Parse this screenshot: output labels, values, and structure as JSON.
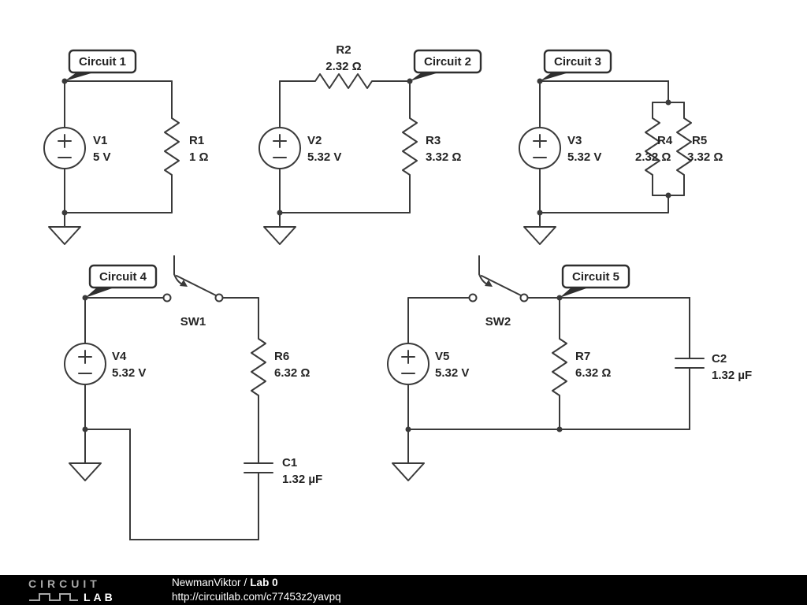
{
  "colors": {
    "wire": "#3a3a3a",
    "text": "#242424",
    "footer_bg": "#000000",
    "footer_text": "#ffffff",
    "logo_grey": "#a9a9a9"
  },
  "circuit1": {
    "callout": "Circuit 1",
    "source": {
      "name": "V1",
      "value": "5 V"
    },
    "r1": {
      "name": "R1",
      "value": "1 Ω"
    }
  },
  "circuit2": {
    "callout": "Circuit 2",
    "source": {
      "name": "V2",
      "value": "5.32 V"
    },
    "r2": {
      "name": "R2",
      "value": "2.32 Ω"
    },
    "r3": {
      "name": "R3",
      "value": "3.32 Ω"
    }
  },
  "circuit3": {
    "callout": "Circuit 3",
    "source": {
      "name": "V3",
      "value": "5.32 V"
    },
    "r4": {
      "name": "R4",
      "value": "2.32 Ω"
    },
    "r5": {
      "name": "R5",
      "value": "3.32 Ω"
    }
  },
  "circuit4": {
    "callout": "Circuit 4",
    "source": {
      "name": "V4",
      "value": "5.32 V"
    },
    "switch": {
      "name": "SW1"
    },
    "r6": {
      "name": "R6",
      "value": "6.32 Ω"
    },
    "c1": {
      "name": "C1",
      "value": "1.32 µF"
    }
  },
  "circuit5": {
    "callout": "Circuit 5",
    "source": {
      "name": "V5",
      "value": "5.32 V"
    },
    "switch": {
      "name": "SW2"
    },
    "r7": {
      "name": "R7",
      "value": "6.32 Ω"
    },
    "c2": {
      "name": "C2",
      "value": "1.32 µF"
    }
  },
  "footer": {
    "logo_line1": "CIRCUIT",
    "logo_lab": "LAB",
    "author": "NewmanViktor",
    "divider": "/",
    "title": "Lab 0",
    "url": "http://circuitlab.com/c77453z2yavpq"
  }
}
